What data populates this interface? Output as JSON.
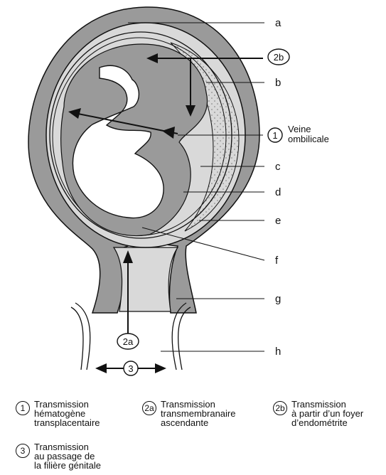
{
  "labels": {
    "a": "a",
    "b": "b",
    "c": "c",
    "d": "d",
    "e": "e",
    "f": "f",
    "g": "g",
    "h": "h"
  },
  "markers": {
    "m1": "1",
    "m2a": "2a",
    "m2b": "2b",
    "m3": "3"
  },
  "annotation_1": [
    "Veine",
    "ombilicale"
  ],
  "legend": [
    {
      "num": "1",
      "lines": [
        "Transmission",
        "hématogène",
        "transplacentaire"
      ]
    },
    {
      "num": "2a",
      "lines": [
        "Transmission",
        "transmembranaire",
        "ascendante"
      ]
    },
    {
      "num": "2b",
      "lines": [
        "Transmission",
        "à partir d’un foyer",
        "d’endométrite"
      ]
    },
    {
      "num": "3",
      "lines": [
        "Transmission",
        "au passage de",
        "la filière génitale"
      ]
    }
  ],
  "colors": {
    "uterus_wall": "#9a9a9a",
    "cavity": "#d9d9d9",
    "placenta_dots": "#777777",
    "ink": "#111111"
  }
}
